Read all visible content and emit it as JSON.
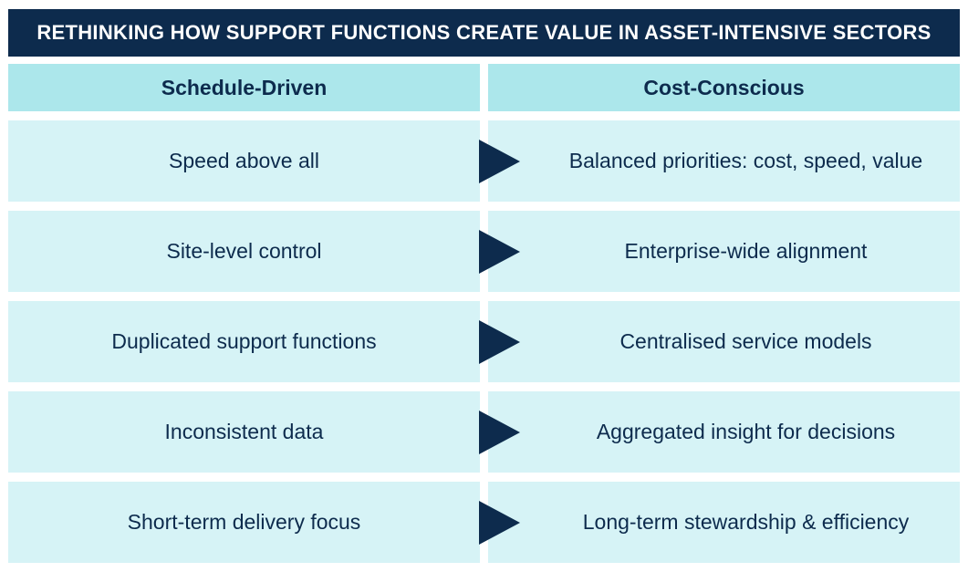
{
  "title": "RETHINKING HOW SUPPORT FUNCTIONS CREATE VALUE IN ASSET-INTENSIVE SECTORS",
  "columns": {
    "left_header": "Schedule-Driven",
    "right_header": "Cost-Conscious"
  },
  "rows": [
    {
      "left": "Speed above all",
      "right": "Balanced priorities: cost, speed, value"
    },
    {
      "left": "Site-level control",
      "right": "Enterprise-wide alignment"
    },
    {
      "left": "Duplicated support functions",
      "right": "Centralised service models"
    },
    {
      "left": "Inconsistent data",
      "right": "Aggregated insight for decisions"
    },
    {
      "left": "Short-term delivery focus",
      "right": "Long-term stewardship & efficiency"
    }
  ],
  "icons": {
    "row_arrow": "arrow-right-icon"
  },
  "colors": {
    "navy": "#0d2b4d",
    "header_cyan": "#ace7eb",
    "cell_cyan": "#d6f3f6",
    "title_text": "#ffffff",
    "body_text": "#0d2b4d",
    "background": "#ffffff"
  }
}
